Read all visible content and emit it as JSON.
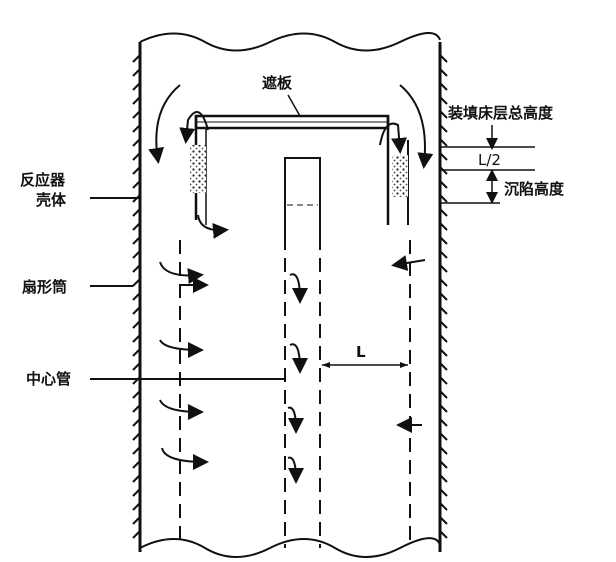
{
  "diagram": {
    "labels": {
      "baffle": "遮板",
      "total_bed_height": "装填床层总高度",
      "half_l": "L/2",
      "settling_height": "沉陷高度",
      "reactor_shell_line1": "反应器",
      "reactor_shell_line2": "壳体",
      "sector_tube": "扇形筒",
      "center_pipe": "中心管",
      "distance_l": "L"
    },
    "colors": {
      "ink": "#111111",
      "background": "#ffffff"
    }
  }
}
